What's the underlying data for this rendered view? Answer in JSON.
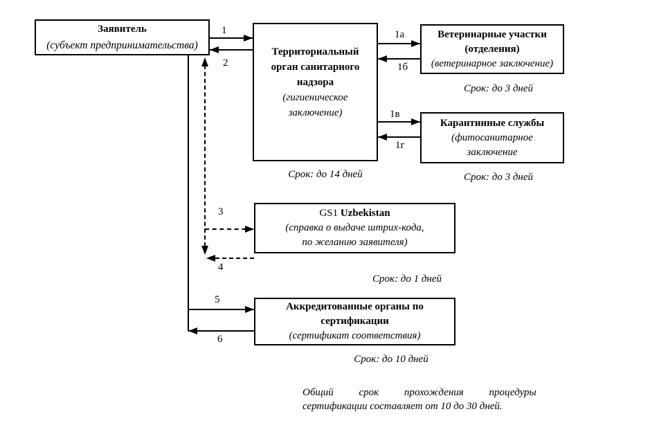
{
  "diagram": {
    "boxes": {
      "applicant": {
        "title": "Заявитель",
        "note": "(субъект предпринимательства)"
      },
      "territorial": {
        "title_lines": [
          "Территориальный",
          "орган санитарного",
          "надзора"
        ],
        "note_lines": [
          "(гигиеническое",
          "заключение)"
        ]
      },
      "veterinary": {
        "title_lines": [
          "Ветеринарные участки",
          "(отделения)"
        ],
        "note_lines": [
          "(ветеринарное заключение)"
        ]
      },
      "quarantine": {
        "title_lines": [
          "Карантинные службы"
        ],
        "note_lines": [
          "(фитосанитарное",
          "заключение"
        ]
      },
      "gs1": {
        "title_prefix": "GS1 ",
        "title_bold": "Uzbekistan",
        "note_lines": [
          "(справка о выдаче штрих-кода,",
          "по желанию заявителя)"
        ]
      },
      "accredited": {
        "title_lines": [
          "Аккредитованные органы по",
          "сертификации"
        ],
        "note_lines": [
          "(сертификат соответствия)"
        ]
      }
    },
    "durations": {
      "territorial": "Срок: до 14 дней",
      "veterinary": "Срок: до 3 дней",
      "quarantine": "Срок: до 3 дней",
      "gs1": "Срок: до 1 дней",
      "accredited": "Срок: до 10 дней"
    },
    "arrow_labels": {
      "a1": "1",
      "a2": "2",
      "a1a": "1а",
      "a1b": "1б",
      "a1v": "1в",
      "a1g": "1г",
      "a3": "3",
      "a4": "4",
      "a5": "5",
      "a6": "6"
    },
    "footer_note_lines": [
      "Общий срок прохождения процедуры",
      "сертификации составляет от 10 до 30 дней."
    ],
    "colors": {
      "ink": "#000000",
      "background": "#ffffff"
    }
  }
}
